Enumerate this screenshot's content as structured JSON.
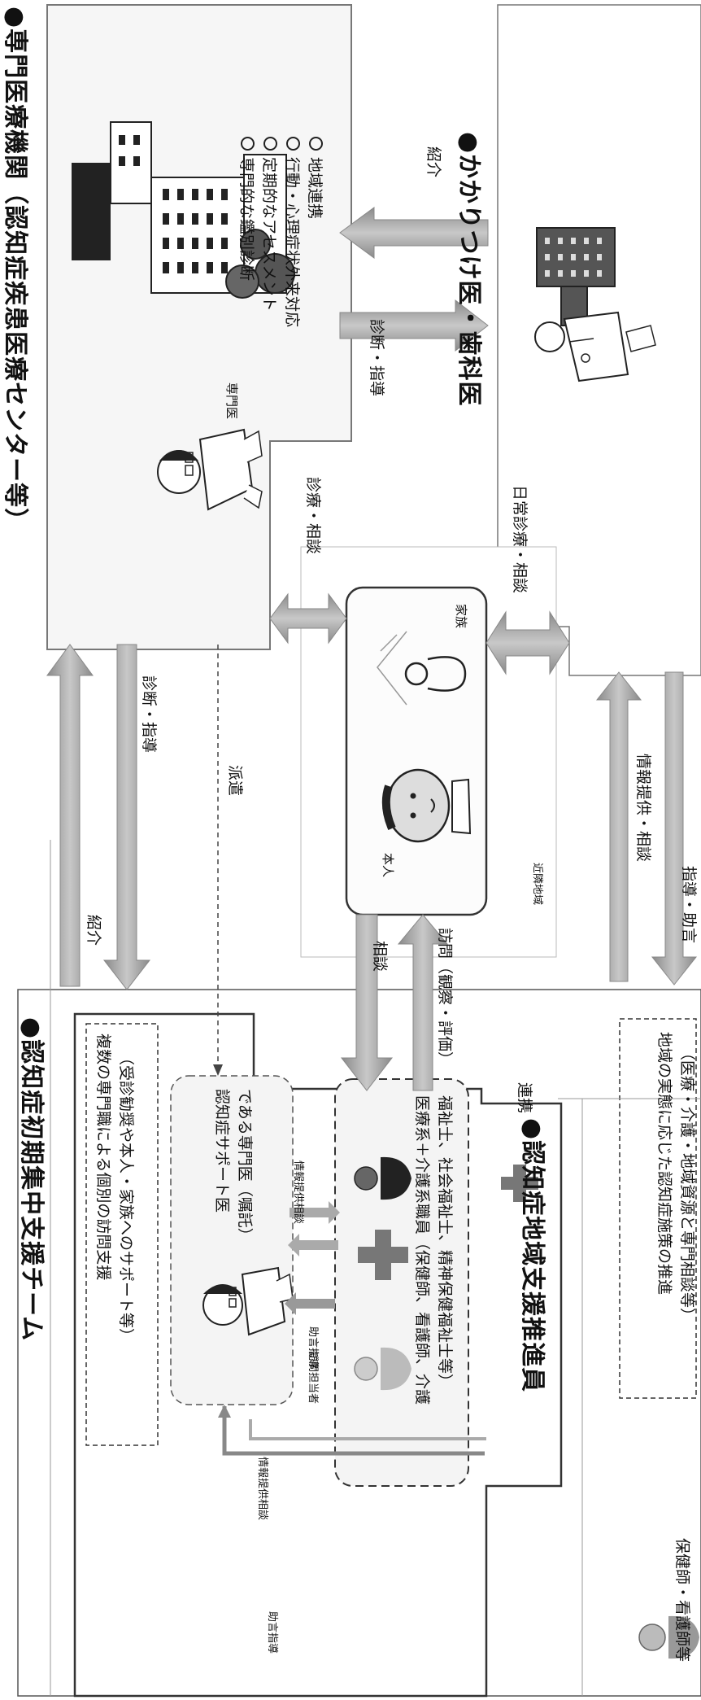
{
  "sections": {
    "specialist": {
      "title": "●専門医療機関（認知症疾患医療センター等）",
      "doctor_label": "専門医",
      "services": [
        "専門的な鑑別診断",
        "定期的なアセスメント",
        "行動・心理症状外来対応",
        "地域連携"
      ]
    },
    "gp": {
      "title": "●かかりつけ医・歯科医"
    },
    "team": {
      "title": "●認知症初期集中支援チーム",
      "description_line1": "複数の専門職による個別の訪問支援",
      "description_line2": "（受診勧奨や本人・家族へのサポート等）",
      "support_doctor_line1": "認知症サポート医",
      "support_doctor_line2": "である専門医（嘱託）",
      "staff_line1": "医療系＋介護系職員（保健師、看護師、介護",
      "staff_line2": "福祉士、社会福祉士、精神保健福祉士等）",
      "visitor_label": "訪問担当者"
    },
    "promoter": {
      "title": "●認知症地域支援推進員",
      "staff_label": "保健師・看護師等",
      "policy_line1": "地域の実態に応じた認知症施策の推進",
      "policy_line2": "（医療・介護・地域資源と専門相談等）"
    },
    "center": {
      "person": "本人",
      "family": "家族",
      "area": "近隣地域"
    }
  },
  "flows": {
    "referral_top": "紹介",
    "diagnosis_guidance_top": "診断・指導",
    "referral_left": "紹介",
    "diagnosis_guidance_left": "診断・指導",
    "dispatch": "派遣",
    "exam_consult": "診療・相談",
    "daily_exam": "日常診療・相談",
    "consultation": "相談",
    "visit_eval": "訪問（観察・評価）",
    "info_consult": "情報提供・相談",
    "guidance_advice": "指導・助言",
    "info_provide_consult_a": "情報提供相談",
    "info_provide_consult_b": "情報提供相談",
    "advice_guidance_a": "助言指導",
    "advice_guidance_b": "助言指導",
    "cooperation": "連携"
  }
}
